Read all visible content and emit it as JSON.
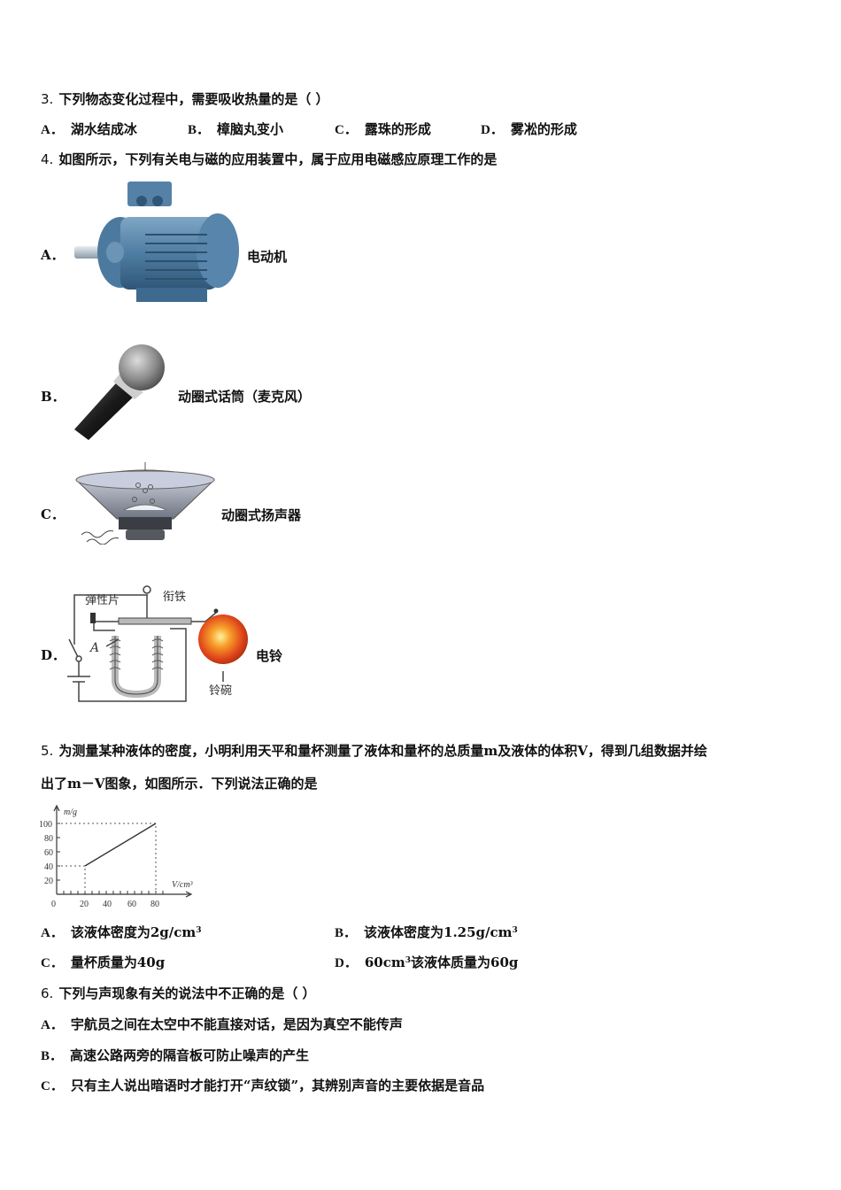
{
  "q3": {
    "number": "3.",
    "stem": "下列物态变化过程中，需要吸收热量的是（ ）",
    "options": [
      {
        "letter": "A．",
        "text": "湖水结成冰"
      },
      {
        "letter": "B．",
        "text": "樟脑丸变小"
      },
      {
        "letter": "C．",
        "text": "露珠的形成"
      },
      {
        "letter": "D．",
        "text": "雾凇的形成"
      }
    ]
  },
  "q4": {
    "number": "4.",
    "stem": "如图所示，下列有关电与磁的应用装置中，属于应用电磁感应原理工作的是",
    "options": [
      {
        "letter": "A．",
        "caption": "电动机",
        "icon": "electric-motor-icon"
      },
      {
        "letter": "B．",
        "caption": "动圈式话筒（麦克风）",
        "icon": "microphone-icon"
      },
      {
        "letter": "C．",
        "caption": "动圈式扬声器",
        "icon": "loudspeaker-icon"
      },
      {
        "letter": "D．",
        "caption": "电铃",
        "icon": "electric-bell-icon",
        "diagram_labels": {
          "spring": "弹性片",
          "armature": "衔铁",
          "core": "A",
          "gong": "铃碗"
        }
      }
    ]
  },
  "q5": {
    "number": "5.",
    "stem_line1": "为测量某种液体的密度，小明利用天平和量杯测量了液体和量杯的总质量m及液体的体积V，得到几组数据并绘",
    "stem_line2": "出了m－V图象，如图所示．下列说法正确的是",
    "options": [
      {
        "letter": "A．",
        "text": "该液体密度为2g/cm",
        "sup": "3"
      },
      {
        "letter": "B．",
        "text": "该液体密度为1.25g/cm",
        "sup": "3"
      },
      {
        "letter": "C．",
        "text": "量杯质量为40g"
      },
      {
        "letter": "D．",
        "pre": "60cm",
        "sup": "3",
        "text": "该液体质量为60g"
      }
    ]
  },
  "chart_data": {
    "type": "line",
    "title": "",
    "xlabel": "V/cm³",
    "ylabel": "m/g",
    "x": [
      20,
      80
    ],
    "series": [
      {
        "name": "m-V",
        "values": [
          40,
          100
        ]
      }
    ],
    "xticks": [
      "0",
      "20",
      "40",
      "60",
      "80"
    ],
    "yticks": [
      "20",
      "40",
      "60",
      "80",
      "100"
    ],
    "xlim": [
      0,
      100
    ],
    "ylim": [
      0,
      110
    ],
    "grid": false,
    "dashed_guides": [
      [
        20,
        40
      ],
      [
        80,
        100
      ]
    ]
  },
  "q6": {
    "number": "6.",
    "stem": "下列与声现象有关的说法中不正确的是（ ）",
    "options": [
      {
        "letter": "A．",
        "text": "宇航员之间在太空中不能直接对话，是因为真空不能传声"
      },
      {
        "letter": "B．",
        "text": "高速公路两旁的隔音板可防止噪声的产生"
      },
      {
        "letter": "C．",
        "text": "只有主人说出暗语时才能打开“声纹锁”，其辨别声音的主要依据是音品"
      }
    ]
  }
}
